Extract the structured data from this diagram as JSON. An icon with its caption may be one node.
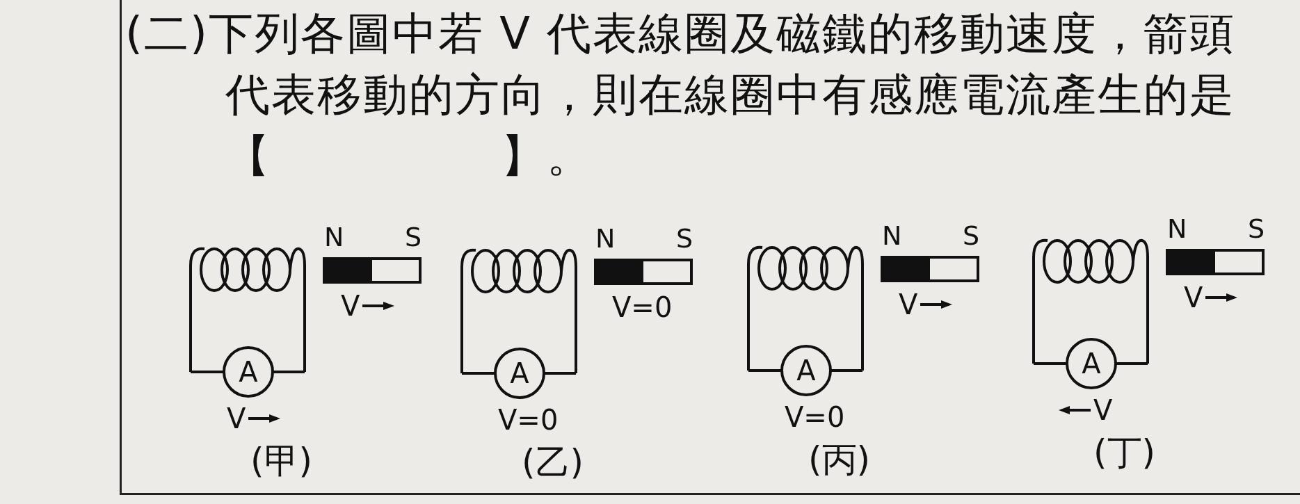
{
  "diagram": {
    "title": "(二)下列各圖中若 V 代表線圈及磁鐵的移動速度，箭頭代表移動的方向，則在線圈中有感應電流產生的是【　　　　　】。",
    "nodes": [
      {
        "text": [
          "A"
        ]
      },
      {
        "text": [
          "A"
        ]
      },
      {
        "text": [
          "A"
        ]
      },
      {
        "text": [
          "A"
        ]
      }
    ],
    "labels": [
      "N",
      "S",
      "V",
      "V",
      "(甲)",
      "N",
      "S",
      "V=0",
      "V=0",
      "(乙)",
      "N",
      "S",
      "V",
      "V=0",
      "(丙)",
      "N",
      "S",
      "V",
      "V",
      "(丁)"
    ]
  }
}
